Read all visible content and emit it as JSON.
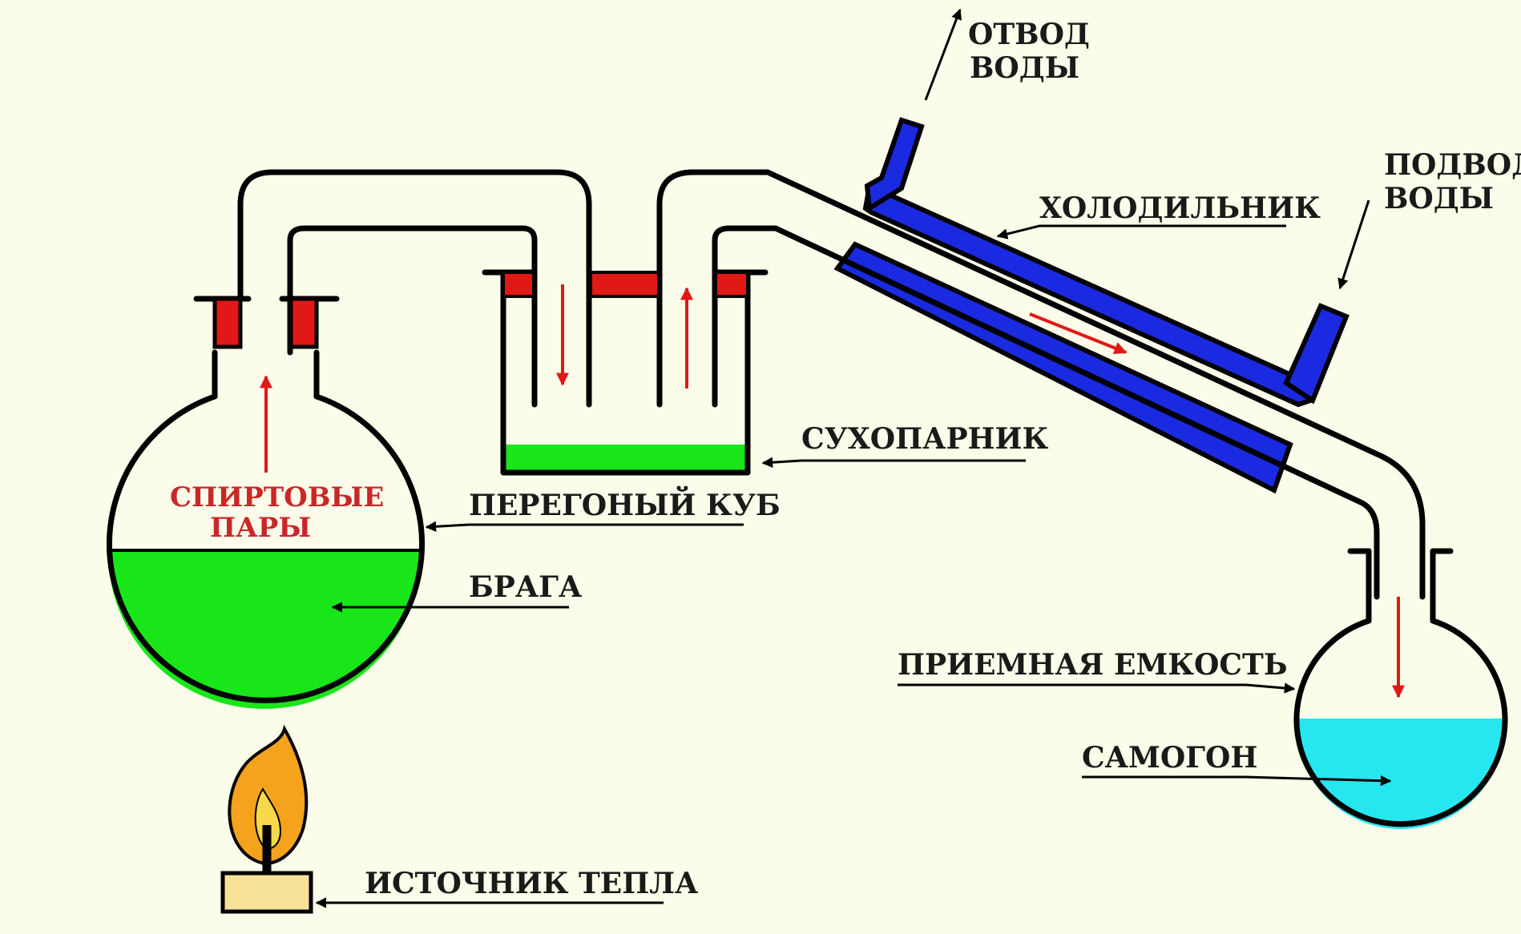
{
  "colors": {
    "background": "#fcfcea",
    "brew": "#19e619",
    "water_jacket": "#1a2ae0",
    "seal": "#e01818",
    "flow_arrow": "#e01818",
    "moonshine": "#26e6f0",
    "flame_outer": "#f5a21c",
    "flame_inner": "#f7d84a",
    "burner_base": "#f7e29a",
    "vapor_label": "#c82828"
  },
  "labels": {
    "water_out_line1": "ОТВОД",
    "water_out_line2": "ВОДЫ",
    "water_in_line1": "ПОДВОД",
    "water_in_line2": "ВОДЫ",
    "condenser": "ХОЛОДИЛЬНИК",
    "dry_steamer": "СУХОПАРНИК",
    "still_pot": "ПЕРЕГОНЫЙ КУБ",
    "vapors_line1": "СПИРТОВЫЕ",
    "vapors_line2": "ПАРЫ",
    "mash": "БРАГА",
    "receiver": "ПРИЕМНАЯ ЕМКОСТЬ",
    "moonshine": "САМОГОН",
    "heat_source": "ИСТОЧНИК ТЕПЛА"
  },
  "icons": [
    "flame-icon",
    "arrow-icon"
  ]
}
